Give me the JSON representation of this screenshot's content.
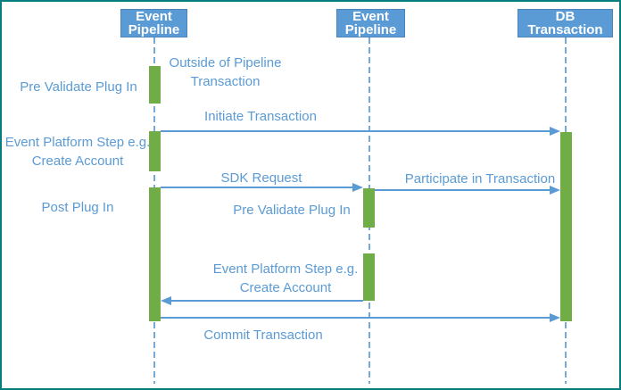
{
  "colors": {
    "actor_fill": "#5B9BD5",
    "actor_border": "#4A85BB",
    "bar_fill": "#70AD47",
    "line_blue": "#5B9BD5",
    "lifeline_color": "#74A9D8",
    "text_blue": "#5B9BD5",
    "frame_teal": "#047E7E"
  },
  "diagram_type": "sequence-diagram",
  "actors": [
    {
      "label": "Event Pipeline"
    },
    {
      "label": "Event Pipeline"
    },
    {
      "label": "DB Transaction"
    }
  ],
  "labels": {
    "left_pre_validate": "Pre Validate Plug In",
    "left_event_platform": "Event Platform Step e.g. Create Account",
    "left_post_plug_in": "Post Plug In",
    "outside_pipeline": "Outside of Pipeline Transaction",
    "initiate_transaction": "Initiate Transaction",
    "sdk_request": "SDK Request",
    "participate_transaction": "Participate in Transaction",
    "mid_pre_validate": "Pre Validate Plug In",
    "mid_event_platform": "Event Platform Step e.g. Create Account",
    "commit_transaction": "Commit Transaction"
  }
}
